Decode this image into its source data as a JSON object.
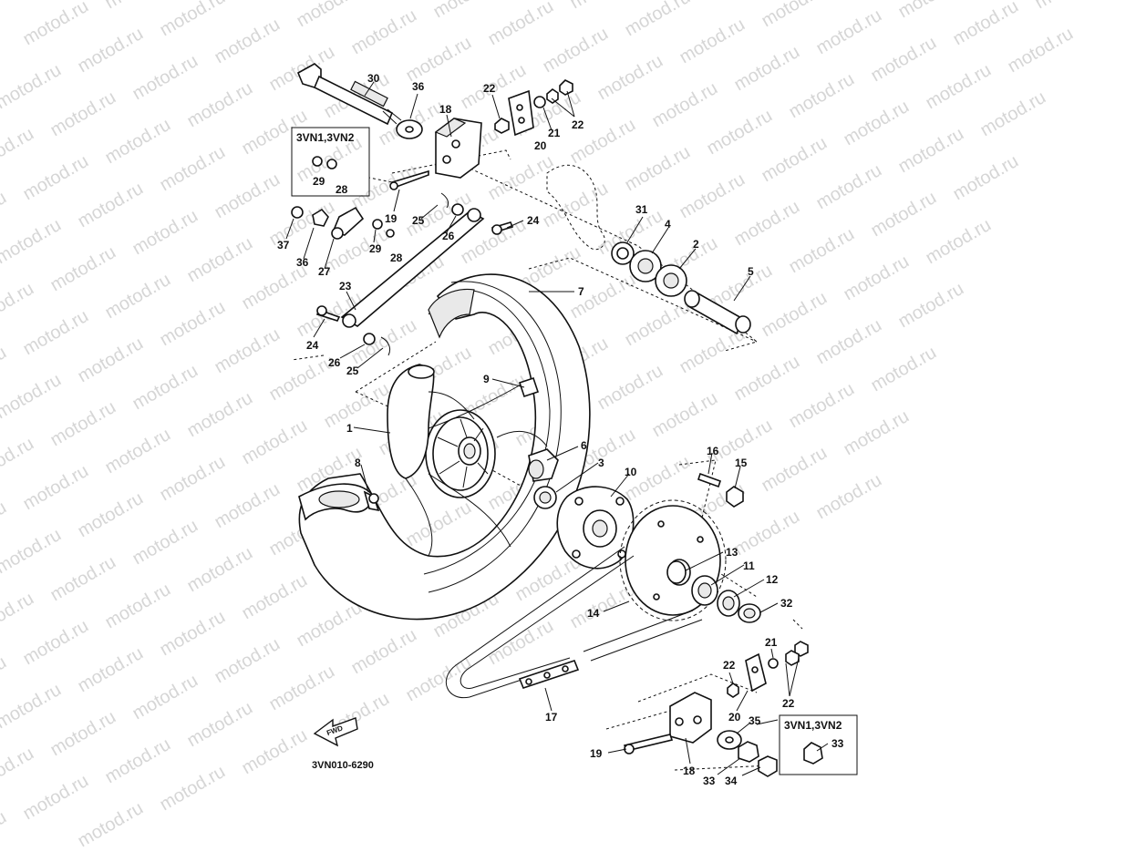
{
  "watermark": {
    "text": "motod.ru"
  },
  "diagram_code": "3VN010-6290",
  "variant_boxes": [
    {
      "id": "top",
      "label": "3VN1,3VN2",
      "parts": [
        "29",
        "28"
      ]
    },
    {
      "id": "bottom",
      "label": "3VN1,3VN2",
      "parts": [
        "33"
      ]
    }
  ],
  "callouts": [
    {
      "id": "c30",
      "text": "30"
    },
    {
      "id": "c36a",
      "text": "36"
    },
    {
      "id": "c18a",
      "text": "18"
    },
    {
      "id": "c22a",
      "text": "22"
    },
    {
      "id": "c21a",
      "text": "21"
    },
    {
      "id": "c20a",
      "text": "20"
    },
    {
      "id": "c22b",
      "text": "22"
    },
    {
      "id": "c29a",
      "text": "29"
    },
    {
      "id": "c28a",
      "text": "28"
    },
    {
      "id": "c19a",
      "text": "19"
    },
    {
      "id": "c25a",
      "text": "25"
    },
    {
      "id": "c26a",
      "text": "26"
    },
    {
      "id": "c24a",
      "text": "24"
    },
    {
      "id": "c31",
      "text": "31"
    },
    {
      "id": "c4",
      "text": "4"
    },
    {
      "id": "c2",
      "text": "2"
    },
    {
      "id": "c5",
      "text": "5"
    },
    {
      "id": "c37",
      "text": "37"
    },
    {
      "id": "c36b",
      "text": "36"
    },
    {
      "id": "c27",
      "text": "27"
    },
    {
      "id": "c29b",
      "text": "29"
    },
    {
      "id": "c28b",
      "text": "28"
    },
    {
      "id": "c23",
      "text": "23"
    },
    {
      "id": "c7",
      "text": "7"
    },
    {
      "id": "c24b",
      "text": "24"
    },
    {
      "id": "c26b",
      "text": "26"
    },
    {
      "id": "c25b",
      "text": "25"
    },
    {
      "id": "c9",
      "text": "9"
    },
    {
      "id": "c1",
      "text": "1"
    },
    {
      "id": "c6",
      "text": "6"
    },
    {
      "id": "c8",
      "text": "8"
    },
    {
      "id": "c3",
      "text": "3"
    },
    {
      "id": "c10",
      "text": "10"
    },
    {
      "id": "c16",
      "text": "16"
    },
    {
      "id": "c15",
      "text": "15"
    },
    {
      "id": "c13",
      "text": "13"
    },
    {
      "id": "c11",
      "text": "11"
    },
    {
      "id": "c12",
      "text": "12"
    },
    {
      "id": "c14",
      "text": "14"
    },
    {
      "id": "c32",
      "text": "32"
    },
    {
      "id": "c21b",
      "text": "21"
    },
    {
      "id": "c22c",
      "text": "22"
    },
    {
      "id": "c22d",
      "text": "22"
    },
    {
      "id": "c20b",
      "text": "20"
    },
    {
      "id": "c17",
      "text": "17"
    },
    {
      "id": "c35",
      "text": "35"
    },
    {
      "id": "c33a",
      "text": "33"
    },
    {
      "id": "c19b",
      "text": "19"
    },
    {
      "id": "c18b",
      "text": "18"
    },
    {
      "id": "c33b",
      "text": "33"
    },
    {
      "id": "c34",
      "text": "34"
    }
  ],
  "fwd_label": "FWD"
}
